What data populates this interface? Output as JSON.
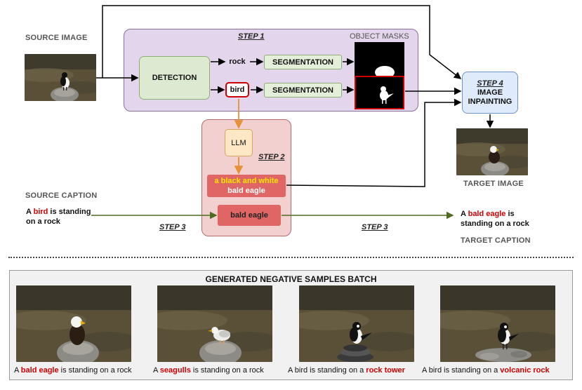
{
  "labels": {
    "source_image": "SOURCE IMAGE",
    "object_masks": "OBJECT MASKS",
    "target_image": "TARGET IMAGE",
    "source_caption": "SOURCE CAPTION",
    "target_caption": "TARGET CAPTION"
  },
  "steps": {
    "step1": "STEP 1",
    "step2": "STEP 2",
    "step3_left": "STEP 3",
    "step3_right": "STEP 3",
    "step4_title": "STEP 4",
    "step4_line1": "IMAGE",
    "step4_line2": "INPAINTING"
  },
  "boxes": {
    "detection": "DETECTION",
    "rock": "rock",
    "bird": "bird",
    "segmentation_1": "SEGMENTATION",
    "segmentation_2": "SEGMENTATION",
    "llm": "LLM",
    "llm_output_highlight": "a black and white",
    "llm_output_rest": "bald eagle",
    "replacement": "bald eagle"
  },
  "source_caption": {
    "pre": "A ",
    "highlight": "bird",
    "post_line1": " is standing",
    "line2": "on a rock"
  },
  "target_caption": {
    "pre": "A ",
    "highlight": "bald eagle",
    "post_line1": " is",
    "line2": "standing on a rock"
  },
  "batch": {
    "title": "GENERATED NEGATIVE SAMPLES BATCH",
    "captions": [
      {
        "pre": "A ",
        "highlight": "bald eagle",
        "post": " is standing on a rock"
      },
      {
        "pre": "A ",
        "highlight": "seagulls",
        "post": " is standing on a rock"
      },
      {
        "pre": "A bird is standing on a ",
        "highlight": "rock tower",
        "post": ""
      },
      {
        "pre": "A bird is standing on a ",
        "highlight": "volcanic rock",
        "post": ""
      }
    ]
  },
  "colors": {
    "step1_bg": "#e3d6ec",
    "step2_bg": "#f2d0d0",
    "detection_bg": "#dde9d1",
    "seg_bg": "#e3efd8",
    "step4_bg": "#dfeafb",
    "llm_bg": "#fde7c5",
    "red_box": "#e06666",
    "highlight": "#d10000",
    "arrow_orange": "#e69138",
    "arrow_green": "#4f6b1f",
    "highlight_yellow": "#ffe600"
  }
}
